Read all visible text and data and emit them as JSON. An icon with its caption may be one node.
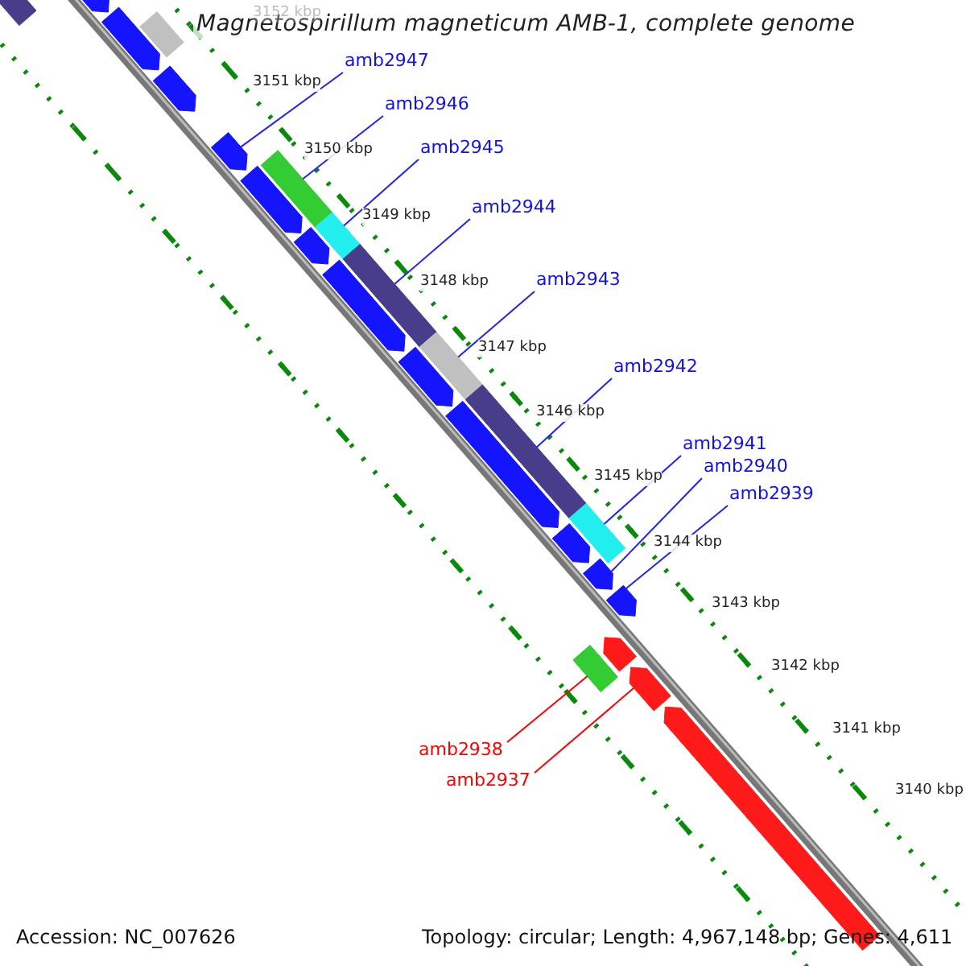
{
  "diagram": {
    "title": "Magnetospirillum magneticum AMB-1, complete genome",
    "nodes": [
      {
        "text": [
          "amb2947"
        ]
      },
      {
        "text": [
          "amb2946"
        ]
      },
      {
        "text": [
          "amb2945"
        ]
      },
      {
        "text": [
          "amb2944"
        ]
      },
      {
        "text": [
          "amb2943"
        ]
      },
      {
        "text": [
          "amb2942"
        ]
      },
      {
        "text": [
          "amb2941"
        ]
      },
      {
        "text": [
          "amb2940"
        ]
      },
      {
        "text": [
          "amb2939"
        ]
      },
      {
        "text": [
          "amb2938"
        ]
      },
      {
        "text": [
          "amb2937"
        ]
      },
      {
        "text": [],
        "shape": "bar"
      },
      {
        "text": [],
        "shape": "bar"
      },
      {
        "text": [],
        "shape": "bar"
      },
      {
        "text": [],
        "shape": "bar"
      },
      {
        "text": [],
        "shape": "bar"
      },
      {
        "text": [],
        "shape": "bar"
      },
      {
        "text": [],
        "shape": "bar"
      },
      {
        "text": [],
        "shape": "bar"
      },
      {
        "text": [],
        "shape": "bar"
      },
      {
        "text": [],
        "shape": "bar"
      },
      {
        "text": [],
        "shape": "bar"
      },
      {
        "text": [],
        "shape": "bar"
      },
      {
        "text": [],
        "shape": "bar"
      },
      {
        "text": [],
        "shape": "bar"
      },
      {
        "text": [],
        "shape": "bar"
      },
      {
        "text": [],
        "shape": "bar"
      },
      {
        "text": [],
        "shape": "bar"
      },
      {
        "text": [],
        "shape": "bar"
      },
      {
        "text": [],
        "shape": "bar"
      },
      {
        "text": [],
        "shape": "bar"
      },
      {
        "text": [],
        "shape": "bar"
      },
      {
        "text": [],
        "shape": "bar"
      },
      {
        "text": [],
        "shape": "bar"
      },
      {
        "text": [],
        "shape": "bar"
      }
    ],
    "edges": [
      {
        "from": 0,
        "to": 11,
        "arrow": "none"
      },
      {
        "from": 1,
        "to": 12,
        "arrow": "none"
      },
      {
        "from": 2,
        "to": 13,
        "arrow": "none"
      },
      {
        "from": 3,
        "to": 14,
        "arrow": "none"
      },
      {
        "from": 4,
        "to": 15,
        "arrow": "none"
      },
      {
        "from": 5,
        "to": 16,
        "arrow": "none"
      },
      {
        "from": 6,
        "to": 17,
        "arrow": "none"
      },
      {
        "from": 7,
        "to": 18,
        "arrow": "none"
      },
      {
        "from": 8,
        "to": 19,
        "arrow": "none"
      },
      {
        "from": 9,
        "to": 20,
        "arrow": "none",
        "color": "#ff0000"
      },
      {
        "from": 10,
        "to": 21,
        "arrow": "none",
        "color": "#ff0000"
      }
    ],
    "labels": [
      "3152 kbp",
      "3151 kbp",
      "3150 kbp",
      "3149 kbp",
      "3148 kbp",
      "3147 kbp",
      "3146 kbp",
      "3145 kbp",
      "3144 kbp",
      "3143 kbp",
      "3142 kbp",
      "3141 kbp",
      "3140 kbp",
      "Accession: NC_007626",
      "Topology: circular; Length: 4,967,148 bp; Genes: 4,611"
    ]
  }
}
